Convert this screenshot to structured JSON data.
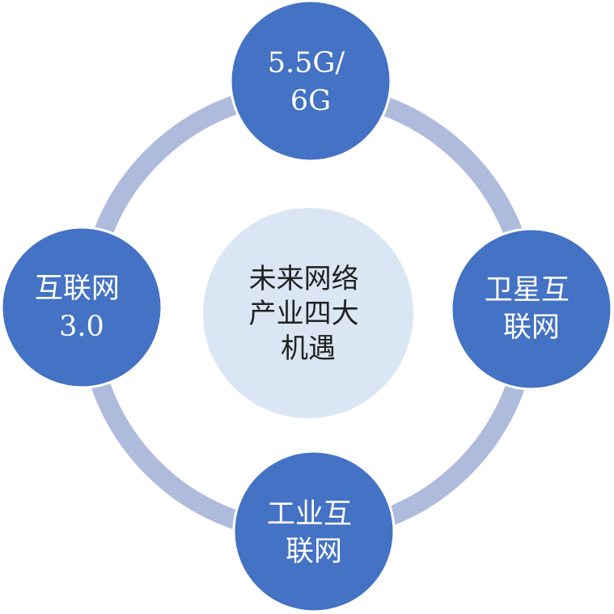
{
  "center": {
    "lines": [
      "未来网络",
      "产业四大",
      "机遇"
    ]
  },
  "nodes": [
    {
      "id": "top",
      "lines": [
        "5.5G/",
        "6G"
      ]
    },
    {
      "id": "right",
      "lines": [
        "卫星互",
        "联网"
      ]
    },
    {
      "id": "bottom",
      "lines": [
        "工业互",
        "联网"
      ]
    },
    {
      "id": "left",
      "lines": [
        "互联网",
        "3.0"
      ]
    }
  ],
  "colors": {
    "node": "#4472c4",
    "ring": "#aebbdd",
    "center": "#dae6f4",
    "node_text": "#ffffff",
    "center_text": "#222222"
  }
}
